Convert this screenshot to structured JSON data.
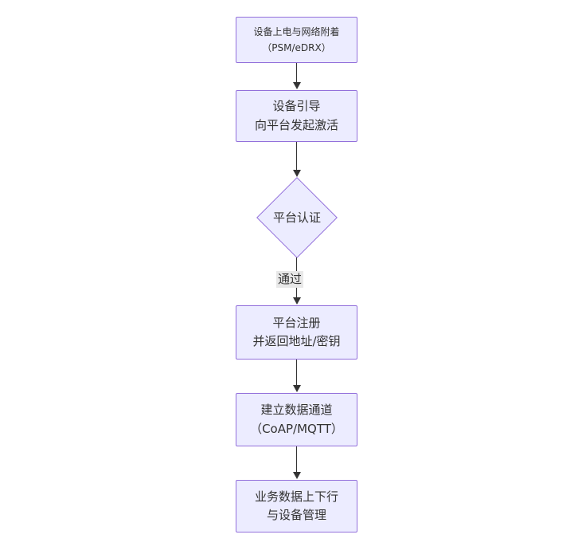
{
  "diagram": {
    "type": "flowchart",
    "direction": "top-down",
    "nodes": {
      "power": {
        "shape": "rect",
        "line1": "设备上电与网络附着",
        "line2": "（PSM/eDRX）"
      },
      "boot": {
        "shape": "rect",
        "line1": "设备引导",
        "line2": "向平台发起激活"
      },
      "auth": {
        "shape": "diamond",
        "label": "平台认证"
      },
      "register": {
        "shape": "rect",
        "line1": "平台注册",
        "line2": "并返回地址/密钥"
      },
      "channel": {
        "shape": "rect",
        "line1": "建立数据通道",
        "line2": "（CoAP/MQTT）"
      },
      "business": {
        "shape": "rect",
        "line1": "业务数据上下行",
        "line2": "与设备管理"
      }
    },
    "edges": [
      {
        "from": "power",
        "to": "boot",
        "label": ""
      },
      {
        "from": "boot",
        "to": "auth",
        "label": ""
      },
      {
        "from": "auth",
        "to": "register",
        "label": "通过"
      },
      {
        "from": "register",
        "to": "channel",
        "label": ""
      },
      {
        "from": "channel",
        "to": "business",
        "label": ""
      }
    ],
    "edge_label_pass": "通过",
    "colors": {
      "node_fill": "#ECECFF",
      "node_border": "#9370DB",
      "arrow": "#333333",
      "edge_label_bg": "#e8e8e8",
      "text": "#333333",
      "background": "#ffffff"
    }
  }
}
